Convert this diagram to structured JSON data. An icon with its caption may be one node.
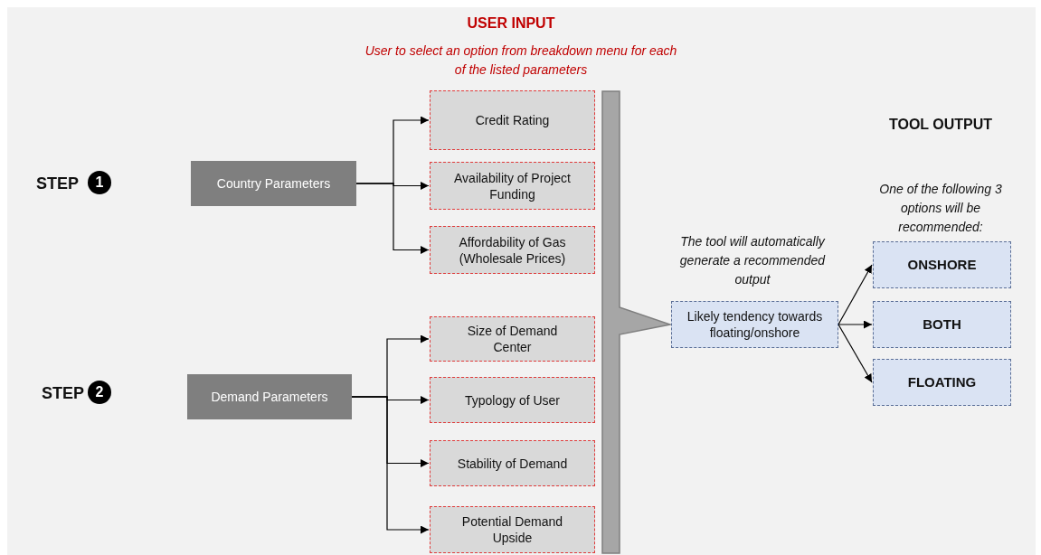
{
  "diagram": {
    "nodes": [
      {
        "text": [
          "Country Parameters"
        ]
      },
      {
        "text": [
          "Credit Rating"
        ]
      },
      {
        "text": [
          "Availability of Project Funding"
        ]
      },
      {
        "text": [
          "Affordability of Gas (Wholesale Prices)"
        ]
      },
      {
        "text": [
          "Demand Parameters"
        ]
      },
      {
        "text": [
          "Size of Demand Center"
        ]
      },
      {
        "text": [
          "Typology of User"
        ]
      },
      {
        "text": [
          "Stability of Demand"
        ]
      },
      {
        "text": [
          "Potential Demand Upside"
        ]
      },
      {
        "text": [
          "Likely tendency towards floating/onshore"
        ]
      },
      {
        "text": [
          "ONSHORE"
        ]
      },
      {
        "text": [
          "BOTH"
        ]
      },
      {
        "text": [
          "FLOATING"
        ]
      }
    ],
    "edges": [
      {
        "from": 0,
        "to": 1,
        "arrow": "to"
      },
      {
        "from": 0,
        "to": 2,
        "arrow": "to"
      },
      {
        "from": 0,
        "to": 3,
        "arrow": "to"
      },
      {
        "from": 4,
        "to": 5,
        "arrow": "to"
      },
      {
        "from": 4,
        "to": 6,
        "arrow": "to"
      },
      {
        "from": 4,
        "to": 7,
        "arrow": "to"
      },
      {
        "from": 4,
        "to": 8,
        "arrow": "to"
      },
      {
        "from": 9,
        "to": 10,
        "arrow": "to"
      },
      {
        "from": 9,
        "to": 11,
        "arrow": "to"
      },
      {
        "from": 9,
        "to": 12,
        "arrow": "to"
      },
      {
        "from": null,
        "to": 9,
        "arrow": "to"
      }
    ],
    "labels": [
      "USER INPUT",
      "User to select an option from breakdown menu for each of the listed parameters",
      "TOOL OUTPUT",
      "STEP",
      "1",
      "One of the following 3 options will be recommended:",
      "The tool will automatically generate a recommended output",
      "STEP",
      "2"
    ]
  }
}
